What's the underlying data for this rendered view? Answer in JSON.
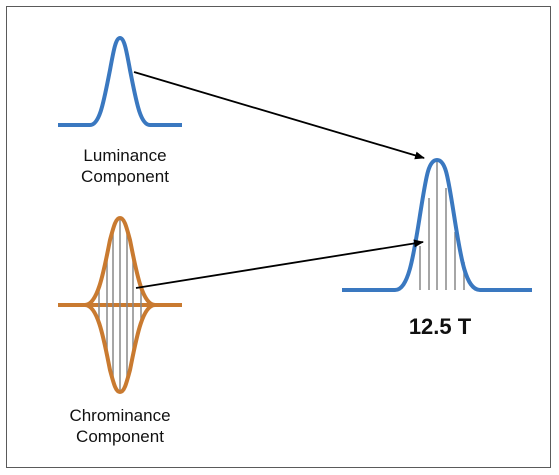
{
  "luminance": {
    "label_line1": "Luminance",
    "label_line2": "Component",
    "color": "#3a78c0"
  },
  "chrominance": {
    "label_line1": "Chrominance",
    "label_line2": "Component",
    "color": "#c97a30"
  },
  "result": {
    "label": "12.5 T",
    "color": "#3a78c0"
  },
  "arrow_color": "#000000",
  "hatch_color": "#888888",
  "frame_color": "#5a5a5a"
}
